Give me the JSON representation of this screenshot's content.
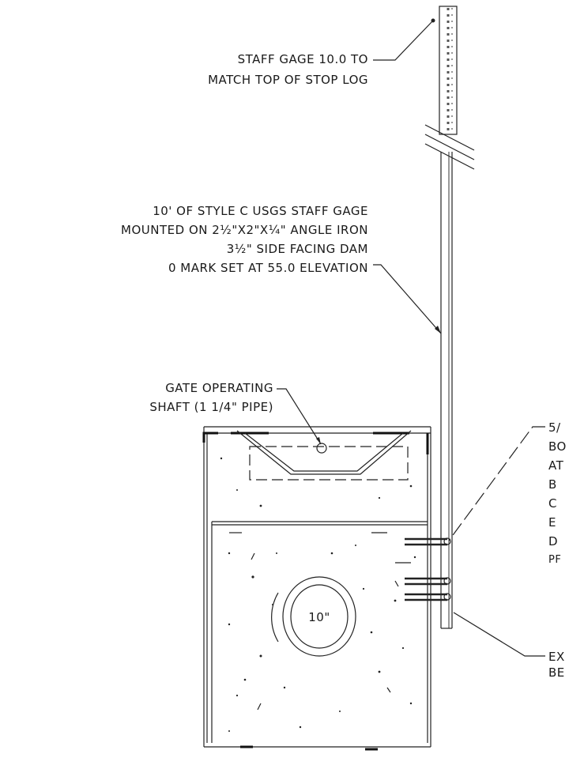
{
  "labels": {
    "staff_gage_line1": "STAFF GAGE 10.0 TO",
    "staff_gage_line2": "MATCH TOP OF STOP LOG",
    "style_line1": "10' OF STYLE C USGS STAFF GAGE",
    "style_line2": "MOUNTED ON 2½\"X2\"X¼\" ANGLE IRON",
    "style_line3": "3½\" SIDE FACING DAM",
    "style_line4": "0 MARK SET AT 55.0 ELEVATION",
    "gate_line1": "GATE OPERATING",
    "gate_line2": "SHAFT (1 1/4\" PIPE)",
    "bolt_line1": "5/",
    "bolt_line2": "BO",
    "bolt_line3": "AT",
    "bolt_line4": "B",
    "bolt_line5": "C",
    "bolt_line6": "E",
    "bolt_line7": "D",
    "bolt_line8": "PF",
    "ex_line1": "EX",
    "ex_line2": "BE",
    "pipe_size": "10\""
  }
}
